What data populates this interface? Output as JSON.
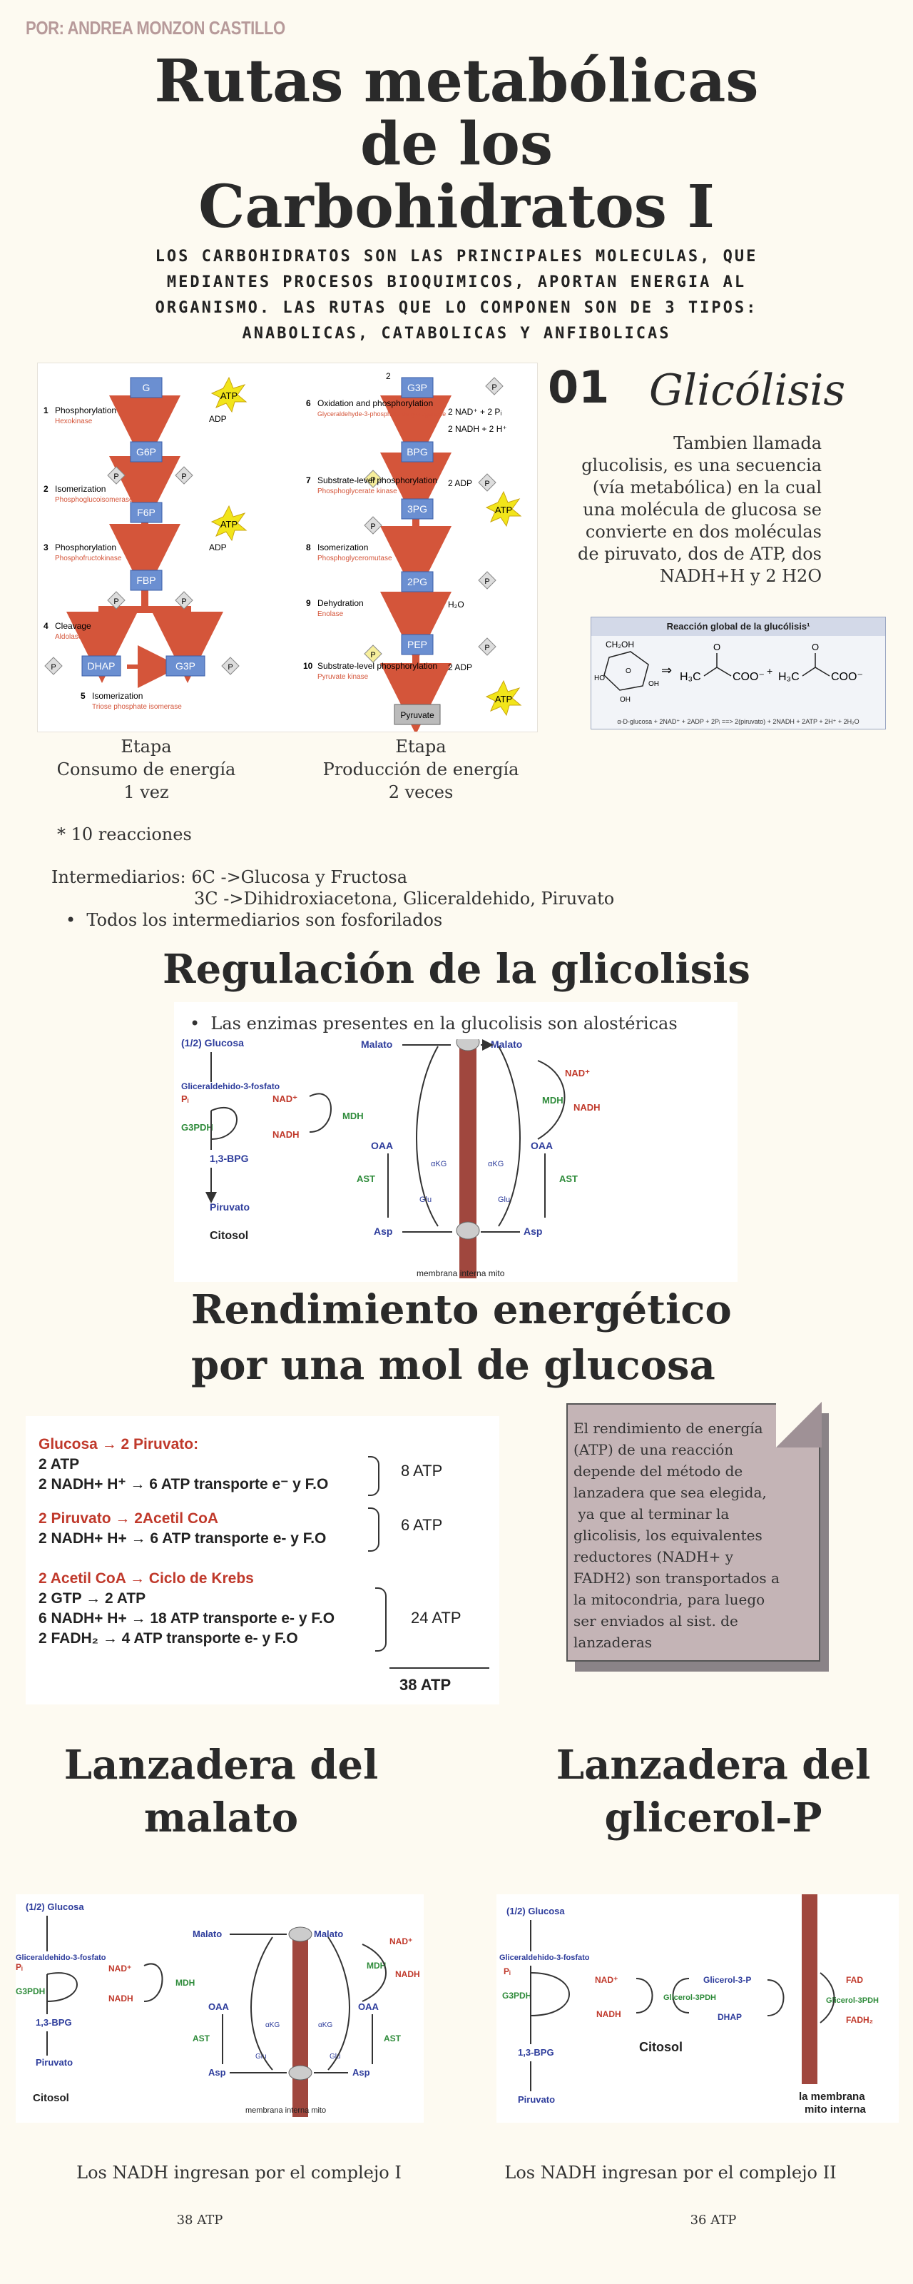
{
  "author": "POR: ANDREA MONZON CASTILLO",
  "title_lines": [
    "Rutas metabólicas",
    "de los",
    "Carbohidratos I"
  ],
  "subtitle_lines": [
    "LOS CARBOHIDRATOS SON LAS PRINCIPALES MOLECULAS, QUE",
    "MEDIANTES PROCESOS BIOQUIMICOS, APORTAN ENERGIA AL",
    "ORGANISMO. LAS RUTAS QUE LO COMPONEN SON DE 3 TIPOS:",
    "ANABOLICAS, CATABOLICAS Y ANFIBOLICAS"
  ],
  "glycolysis_diagram": {
    "steps_left": [
      {
        "num": "1",
        "name": "Phosphorylation",
        "enzyme": "Hexokinase"
      },
      {
        "num": "2",
        "name": "Isomerization",
        "enzyme": "Phosphoglucoisomerase"
      },
      {
        "num": "3",
        "name": "Phosphorylation",
        "enzyme": "Phosphofructokinase"
      },
      {
        "num": "4",
        "name": "Cleavage",
        "enzyme": "Aldolase"
      },
      {
        "num": "5",
        "name": "Isomerization",
        "enzyme": "Triose phosphate isomerase"
      }
    ],
    "steps_right": [
      {
        "num": "6",
        "name": "Oxidation and phosphorylation",
        "enzyme": "Glyceraldehyde-3-phosphate dehydrogenase"
      },
      {
        "num": "7",
        "name": "Substrate-level phosphorylation",
        "enzyme": "Phosphoglycerate kinase"
      },
      {
        "num": "8",
        "name": "Isomerization",
        "enzyme": "Phosphoglyceromutase"
      },
      {
        "num": "9",
        "name": "Dehydration",
        "enzyme": "Enolase"
      },
      {
        "num": "10",
        "name": "Substrate-level phosphorylation",
        "enzyme": "Pyruvate kinase"
      }
    ],
    "boxes_left": [
      "G",
      "G6P",
      "F6P",
      "FBP",
      "DHAP",
      "G3P"
    ],
    "boxes_right": [
      "G3P",
      "BPG",
      "3PG",
      "2PG",
      "PEP",
      "Pyruvate"
    ],
    "atp": "ATP",
    "adp": "ADP",
    "p": "P",
    "two": "2",
    "nad_in": "2 NAD⁺ + 2 Pᵢ",
    "nadh_out": "2 NADH + 2 H⁺",
    "adp2": "2 ADP",
    "h2o": "H₂O"
  },
  "phase_labels": [
    {
      "line1": "Etapa",
      "line2": "Consumo de energía",
      "line3": "1 vez"
    },
    {
      "line1": "Etapa",
      "line2": "Producción de energía",
      "line3": "2 veces"
    }
  ],
  "section01": {
    "number": "01",
    "title": "Glicólisis",
    "text_lines": [
      "Tambien llamada",
      "glucolisis, es una secuencia",
      "(vía metabólica) en la cual",
      "una molécula de glucosa se",
      "convierte en dos moléculas",
      "de piruvato, dos de ATP, dos",
      "NADH+H y 2 H2O"
    ]
  },
  "reaction_card": {
    "title": "Reacción global de la glucólisis¹",
    "glucose_label": "CH₂OH",
    "equation": "α-D-glucosa + 2NAD⁺ + 2ADP + 2Pᵢ ==> 2(piruvato) + 2NADH + 2ATP + 2H⁺ + 2H₂O"
  },
  "facts": {
    "reactions": "* 10 reacciones",
    "intermediates_label": "Intermediarios: 6C ->Glucosa y Fructosa",
    "intermediates_3c": "3C ->Dihidroxiacetona, Gliceraldehido, Piruvato",
    "bullet": "Todos los intermediarios son fosforilados"
  },
  "regulation": {
    "title": "Regulación de la glicolisis",
    "bullet": "Las enzimas presentes en la glucolisis son alostéricas"
  },
  "shuttle_diagram": {
    "glucosa": "(1/2) Glucosa",
    "g3p": "Gliceraldehido-3-fosfato",
    "pi": "Pᵢ",
    "g3pdh": "G3PDH",
    "bpg": "1,3-BPG",
    "piruvato": "Piruvato",
    "citosol": "Citosol",
    "malato": "Malato",
    "nad": "NAD⁺",
    "nadh": "NADH",
    "mdh": "MDH",
    "oaa": "OAA",
    "akg": "αKG",
    "glu": "Glu",
    "ast": "AST",
    "asp": "Asp",
    "membrane": "membrana interna mito"
  },
  "yield_section": {
    "title_lines": [
      "Rendimiento energético",
      "por una mol de glucosa"
    ],
    "table": [
      {
        "heading": "Glucosa → 2 Piruvato:",
        "lines": [
          "2 ATP",
          "2 NADH+ H⁺ → 6 ATP transporte e⁻ y F.O"
        ],
        "total": "8 ATP"
      },
      {
        "heading": "2 Piruvato → 2Acetil CoA",
        "lines": [
          "2 NADH+ H+ → 6 ATP transporte e- y F.O"
        ],
        "total": "6 ATP"
      },
      {
        "heading": "2 Acetil CoA → Ciclo de Krebs",
        "lines": [
          "2 GTP → 2 ATP",
          "6 NADH+ H+ → 18 ATP transporte e- y F.O",
          "2 FADH₂ → 4 ATP transporte e- y F.O"
        ],
        "total": "24 ATP"
      }
    ],
    "grand_total": "38 ATP",
    "note_lines": [
      "El rendimiento de energía",
      "(ATP) de una reacción",
      "depende del método de",
      "lanzadera que sea elegida,",
      " ya que al terminar la",
      "glicolisis, los equivalentes",
      "reductores (NADH+ y",
      "FADH2) son transportados a",
      "la mitocondria, para luego",
      "ser enviados al sist. de",
      "lanzaderas"
    ]
  },
  "malate": {
    "title_lines": [
      "Lanzadera del",
      "malato"
    ],
    "caption": "Los NADH ingresan por el complejo I",
    "atp": "38 ATP"
  },
  "glycerol": {
    "title_lines": [
      "Lanzadera del",
      "glicerol-P"
    ],
    "caption": "Los NADH ingresan por el complejo II",
    "atp": "36 ATP",
    "diagram": {
      "glucosa": "(1/2) Glucosa",
      "g3p": "Gliceraldehido-3-fosfato",
      "pi": "Pᵢ",
      "g3pdh": "G3PDH",
      "bpg": "1,3-BPG",
      "piruvato": "Piruvato",
      "nad": "NAD⁺",
      "nadh": "NADH",
      "glicerol3p": "Glicerol-3-P",
      "glicerol3pdh": "Glicerol-3PDH",
      "dhap": "DHAP",
      "citosol": "Citosol",
      "fad": "FAD",
      "fadh2": "FADH₂",
      "glicerol3pdh_right": "Glicerol-3PDH",
      "membrane1": "la membrana",
      "membrane2": "mito interna"
    }
  },
  "colors": {
    "background": "#fdfaf1",
    "note": "#c4b4b6",
    "orange_heading": "#c0392b",
    "membrane": "#a0473e",
    "box_blue": "#6b8fd1"
  }
}
